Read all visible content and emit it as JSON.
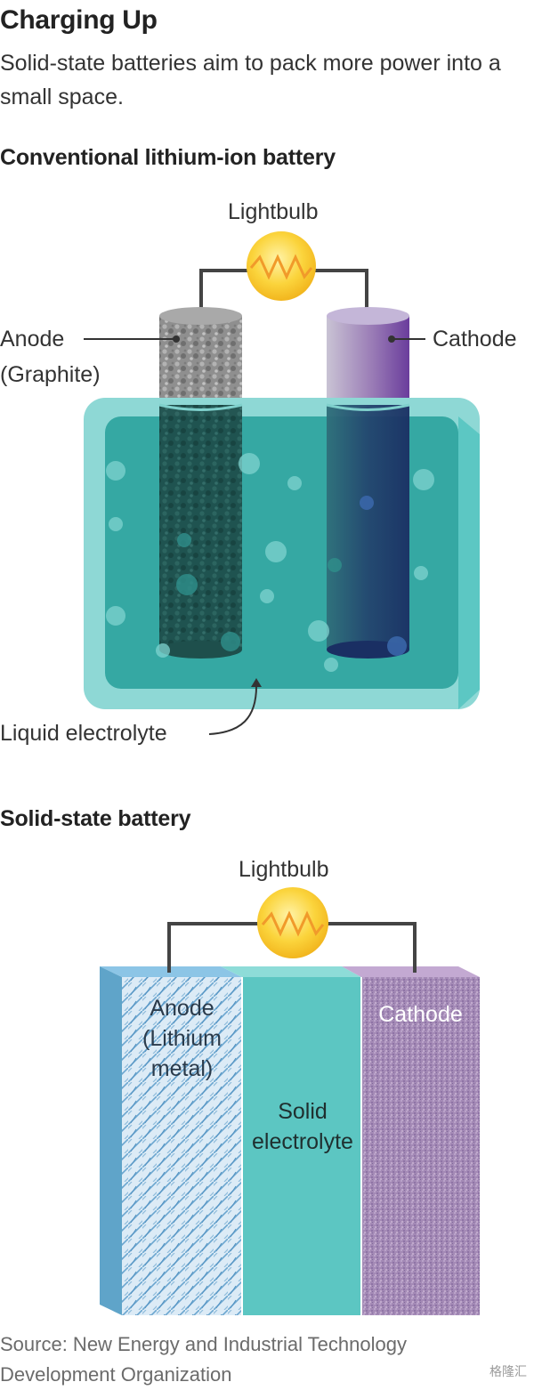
{
  "header": {
    "title": "Charging Up",
    "subtitle": "Solid-state batteries aim to pack more power into a small space."
  },
  "conventional": {
    "heading": "Conventional lithium-ion battery",
    "lightbulb_label": "Lightbulb",
    "anode_label_line1": "Anode",
    "anode_label_line2": "(Graphite)",
    "cathode_label": "Cathode",
    "electrolyte_label": "Liquid electrolyte"
  },
  "solid_state": {
    "heading": "Solid-state battery",
    "lightbulb_label": "Lightbulb",
    "anode_label_line1": "Anode",
    "anode_label_line2": "(Lithium",
    "anode_label_line3": "metal)",
    "electrolyte_label_line1": "Solid",
    "electrolyte_label_line2": "electrolyte",
    "cathode_label": "Cathode"
  },
  "footer": {
    "source": "Source: New Energy and Industrial Technology Development Organization",
    "watermark": "格隆汇"
  },
  "colors": {
    "electrolyte_liquid": "#4fc1bd",
    "anode_graphite": "#9a9a9a",
    "cathode_purple": "#7b4ea6",
    "bulb_yellow": "#f6c52a",
    "lithium_blue": "#6eaed6",
    "solid_teal": "#5cc6c2",
    "cathode_lilac": "#a886b8",
    "wire": "#444444"
  }
}
